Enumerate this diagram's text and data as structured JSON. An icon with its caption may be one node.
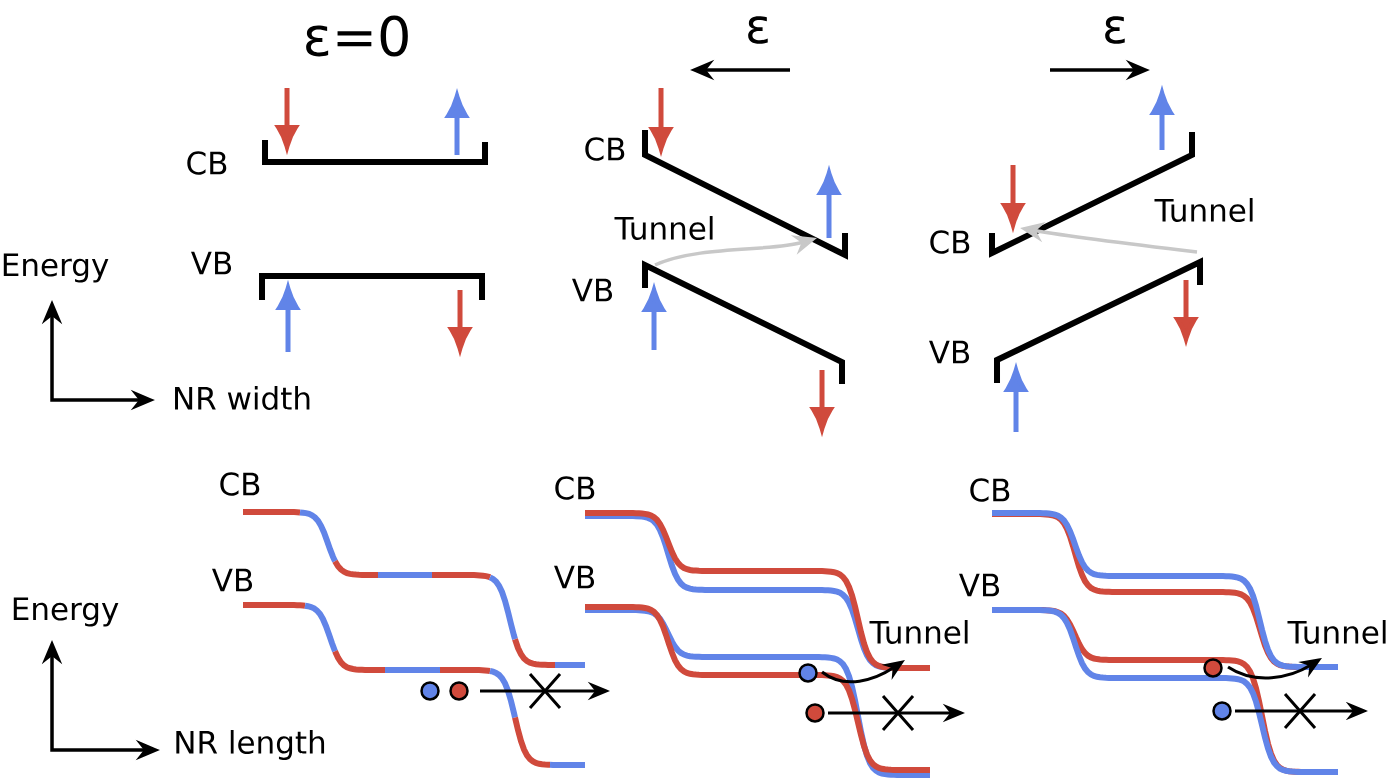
{
  "diagram": {
    "labels": [
      "ε=0",
      "ε",
      "ε",
      "CB",
      "CB",
      "Tunnel",
      "Tunnel",
      "CB",
      "VB",
      "Energy",
      "VB",
      "VB",
      "NR width",
      "CB",
      "CB",
      "CB",
      "VB",
      "VB",
      "VB",
      "Energy",
      "Tunnel",
      "Tunnel",
      "NR length"
    ]
  }
}
